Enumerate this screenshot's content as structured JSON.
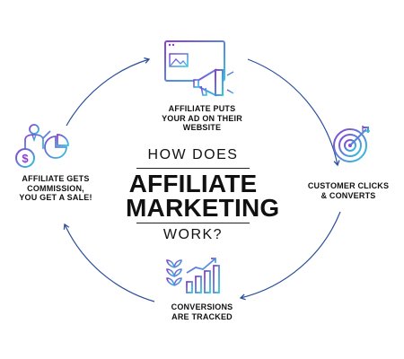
{
  "center": {
    "line1": "HOW DOES",
    "line2": "AFFILIATE",
    "line3": "MARKETING",
    "line4": "WORK?"
  },
  "steps": [
    {
      "lines": [
        "AFFILIATE PUTS",
        "YOUR AD ON THEIR",
        "WEBSITE"
      ],
      "icon": "website-megaphone-icon"
    },
    {
      "lines": [
        "CUSTOMER CLICKS",
        "& CONVERTS"
      ],
      "icon": "target-icon"
    },
    {
      "lines": [
        "CONVERSIONS",
        "ARE TRACKED"
      ],
      "icon": "growth-chart-icon"
    },
    {
      "lines": [
        "AFFILIATE GETS",
        "COMMISSION,",
        "YOU GET A SALE!"
      ],
      "icon": "commission-person-icon"
    }
  ],
  "colors": {
    "arrow": "#2a4f9a",
    "gradient_start": "#8a3fd1",
    "gradient_end": "#2ec7e0",
    "text": "#111111"
  }
}
